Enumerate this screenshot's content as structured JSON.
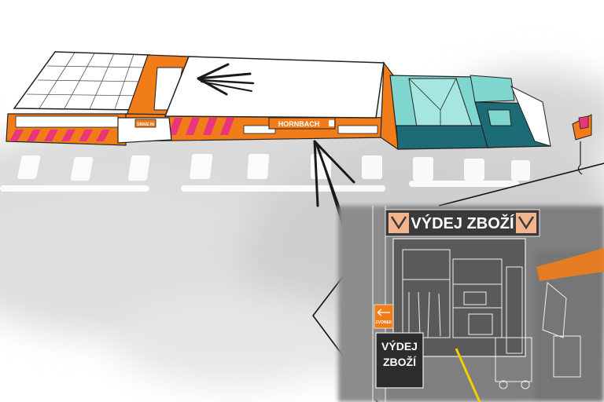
{
  "store": {
    "brand_sign": "HORNBACH",
    "entrance_sign": "DRIVE IN"
  },
  "pickup": {
    "banner_text": "VÝDEJ ZBOŽÍ",
    "stand_line1": "VÝDEJ",
    "stand_line2": "ZBOŽÍ",
    "bell_sign": "ZVONEK"
  },
  "colors": {
    "brand_orange": "#f07d19",
    "accent_pink": "#e8367d",
    "garden_teal": "#7fd6cf",
    "garden_dark": "#1e6b78",
    "sign_dark": "#3a3a3a"
  }
}
